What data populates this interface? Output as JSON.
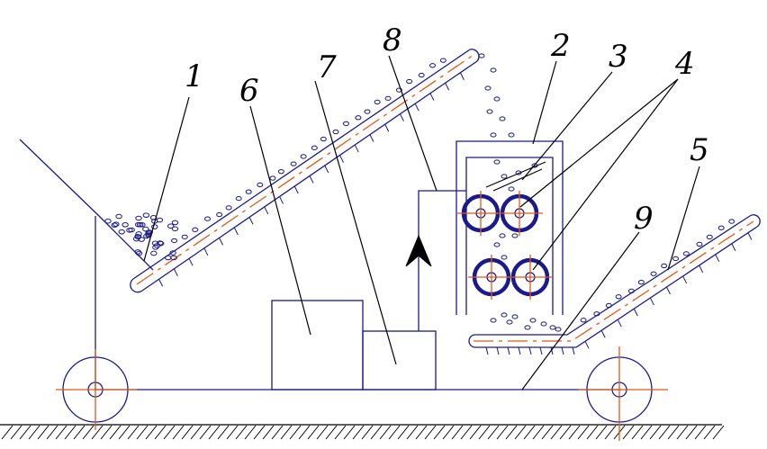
{
  "labels": {
    "l1": "1",
    "l2": "2",
    "l3": "3",
    "l4": "4",
    "l5": "5",
    "l6": "6",
    "l7": "7",
    "l8": "8",
    "l9": "9"
  },
  "colors": {
    "frame": "#1a1a8c",
    "centerline": "#e05a14",
    "leader": "#000000",
    "background": "#ffffff"
  }
}
